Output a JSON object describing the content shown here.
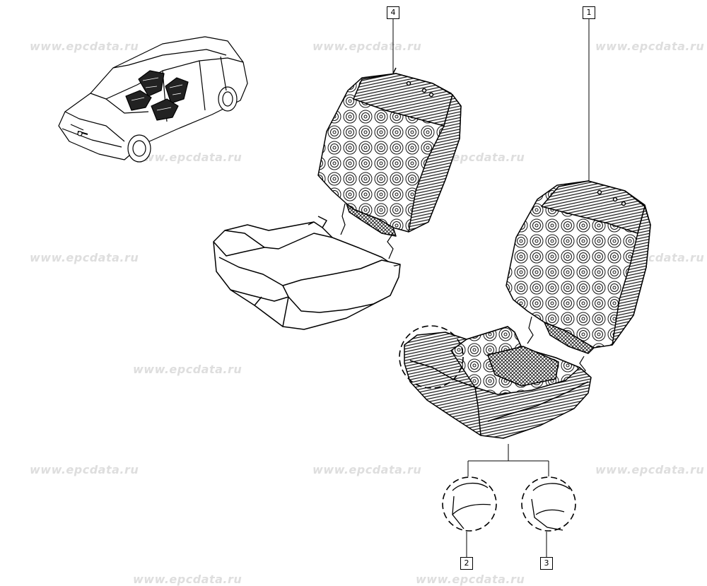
{
  "watermark_text": "www.epcdata.ru",
  "callouts": {
    "backrest_cover": "4",
    "seat_assembly": "1",
    "detail_a": "2",
    "detail_b": "3"
  },
  "icons": {
    "vehicle": "car-thumbnail-icon"
  }
}
